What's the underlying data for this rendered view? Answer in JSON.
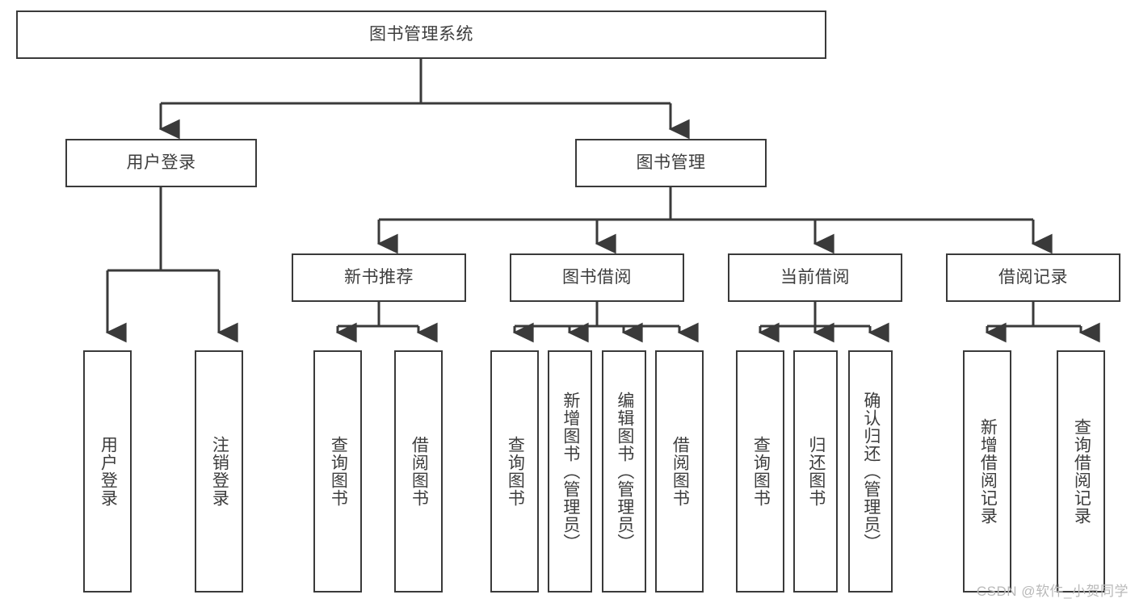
{
  "diagram": {
    "title": "图书管理系统",
    "type": "tree-hierarchy-diagram",
    "line_color": "#3a3a3a",
    "text_color": "#3d3d3d",
    "box_fill": "#ffffff",
    "background": "#ffffff"
  },
  "root": {
    "label": "图书管理系统"
  },
  "level2": [
    {
      "label": "用户登录"
    },
    {
      "label": "图书管理"
    }
  ],
  "level3": [
    {
      "label": "新书推荐"
    },
    {
      "label": "图书借阅"
    },
    {
      "label": "当前借阅"
    },
    {
      "label": "借阅记录"
    }
  ],
  "leaves": {
    "user_login": [
      {
        "label": "用户登录"
      },
      {
        "label": "注销登录"
      }
    ],
    "new_book_recommend": [
      {
        "label": "查询图书"
      },
      {
        "label": "借阅图书"
      }
    ],
    "book_borrow": [
      {
        "label": "查询图书"
      },
      {
        "label": "新增图书（管理员）"
      },
      {
        "label": "编辑图书（管理员）"
      },
      {
        "label": "借阅图书"
      }
    ],
    "current_borrow": [
      {
        "label": "查询图书"
      },
      {
        "label": "归还图书"
      },
      {
        "label": "确认归还（管理员）"
      }
    ],
    "borrow_record": [
      {
        "label": "新增借阅记录"
      },
      {
        "label": "查询借阅记录"
      }
    ]
  },
  "watermark": {
    "text": "CSDN @软件_小贺同学"
  }
}
